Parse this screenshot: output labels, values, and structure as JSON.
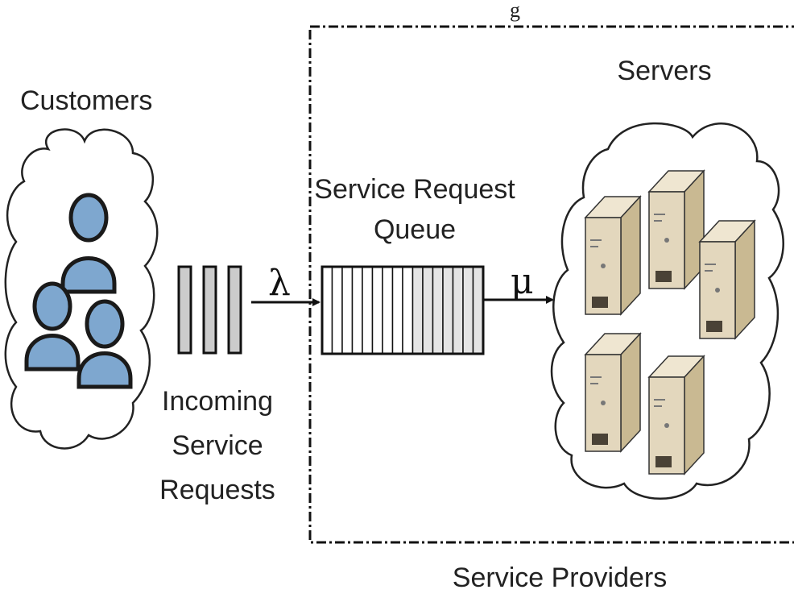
{
  "labels": {
    "top_fragment": "g",
    "customers": "Customers",
    "servers": "Servers",
    "queue_line1": "Service Request",
    "queue_line2": "Queue",
    "incoming_line1": "Incoming",
    "incoming_line2": "Service",
    "incoming_line3": "Requests",
    "providers": "Service Providers",
    "lambda": "λ",
    "mu": "μ"
  },
  "icons": {
    "customer": "user-icon",
    "server": "server-tower-icon"
  },
  "colors": {
    "person_fill": "#7ea7cf",
    "person_outline": "#1a1a1a",
    "server_front": "#e3d7bd",
    "server_side": "#c9b992",
    "server_top": "#efe6d1",
    "request_block": "#cccccc"
  },
  "queue": {
    "slot_count": 16
  },
  "incoming_requests": {
    "block_count": 3
  }
}
